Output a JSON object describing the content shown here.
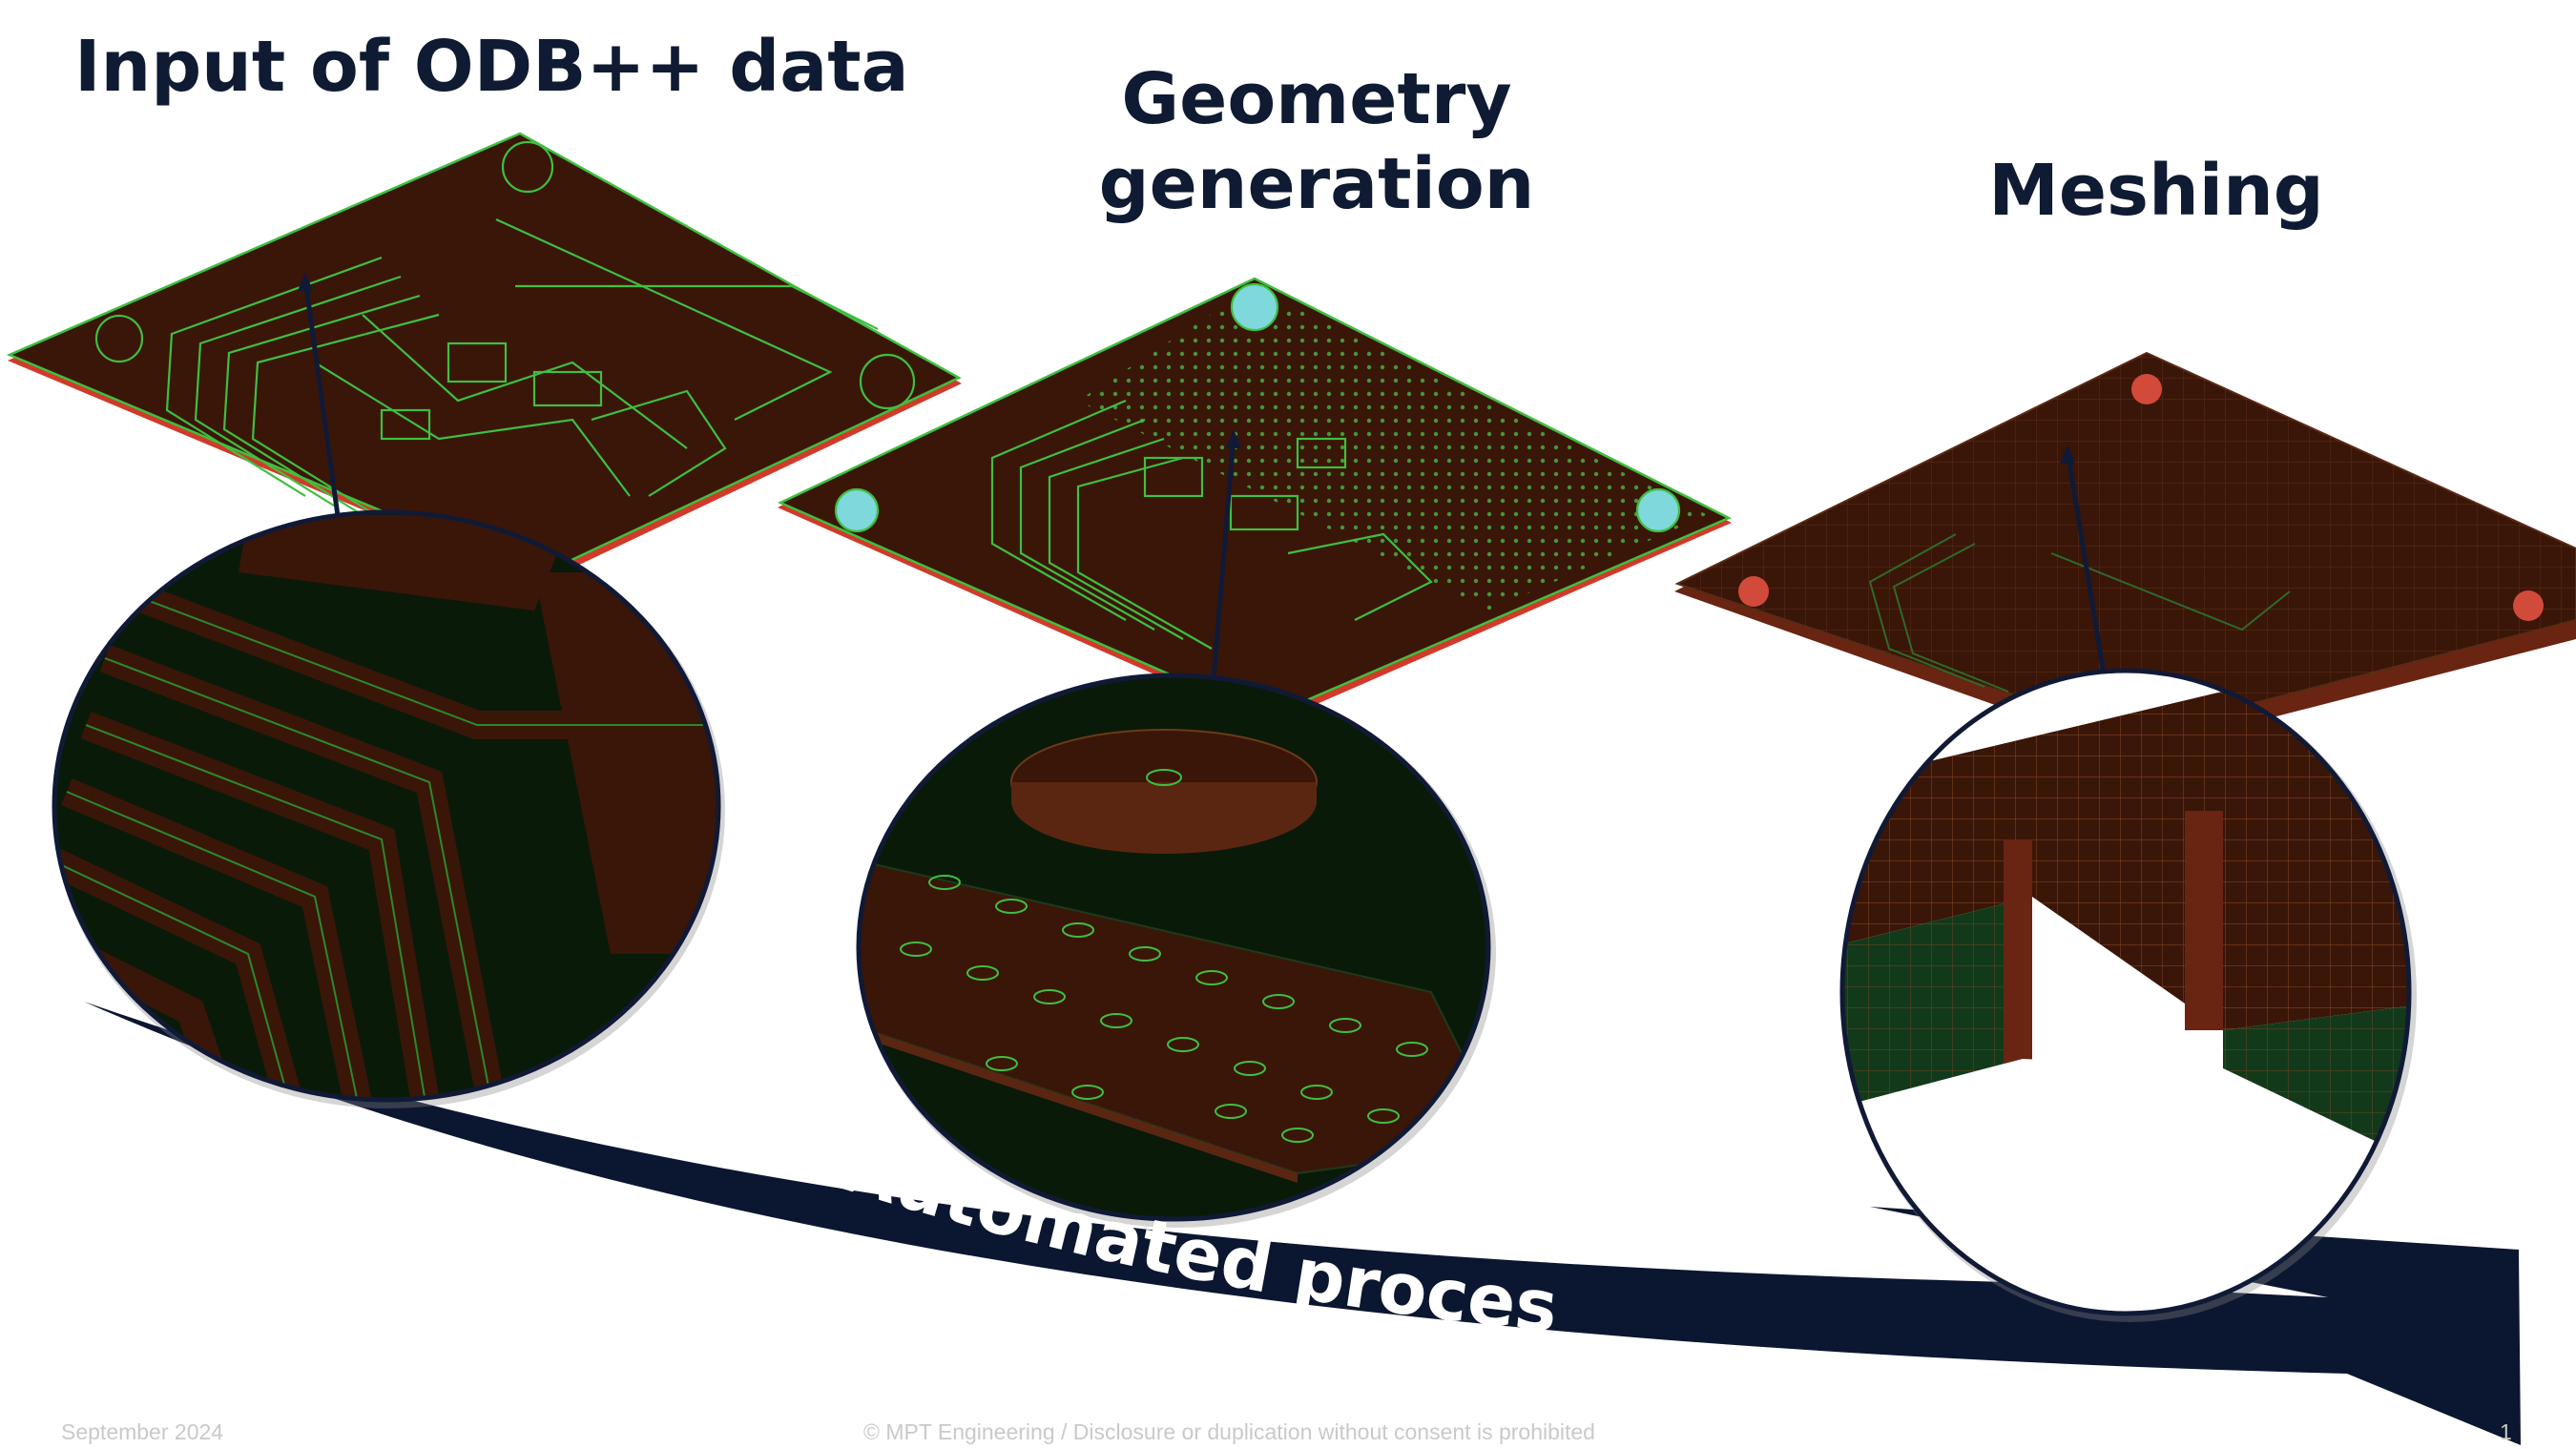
{
  "titles": {
    "input": "Input of ODB++ data",
    "geometry_line1": "Geometry",
    "geometry_line2": "generation",
    "meshing": "Meshing"
  },
  "process_arrow": {
    "label": "Automated process",
    "color": "#0b1630"
  },
  "footer": {
    "date": "September 2024",
    "copyright": "© MPT Engineering / Disclosure or duplication without consent is prohibited",
    "page_number": "1"
  },
  "colors": {
    "title": "#0f1a33",
    "board_fill": "#3a1608",
    "trace_green": "#3fbf3f",
    "board_edge": "#d03a2a",
    "zoom_bg": "#0a1a08"
  }
}
